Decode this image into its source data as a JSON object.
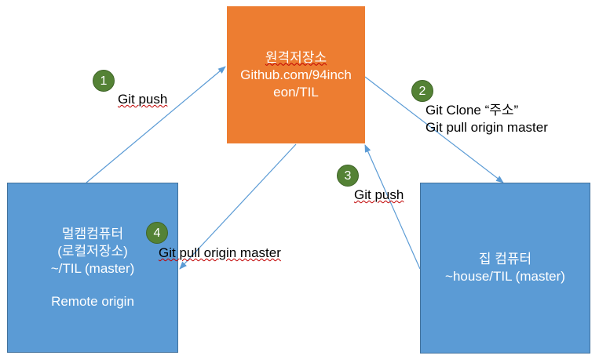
{
  "remote": {
    "line1": "원격저장소",
    "line2": "Github.com/94inch",
    "line3": "eon/TIL"
  },
  "left_computer": {
    "line1": "멀캠컴퓨터",
    "line2": "(로컬저장소)",
    "line3": "~/TIL (master)",
    "line4": "Remote origin"
  },
  "right_computer": {
    "line1": "집 컴퓨터",
    "line2": "~house/TIL (master)"
  },
  "steps": [
    {
      "number": "1",
      "lines": [
        "Git push"
      ]
    },
    {
      "number": "2",
      "lines": [
        "Git Clone “주소”",
        "Git pull origin master"
      ]
    },
    {
      "number": "3",
      "lines": [
        "Git push"
      ]
    },
    {
      "number": "4",
      "lines": [
        "Git pull origin master"
      ]
    }
  ],
  "colors": {
    "remote_box": "#ED7D31",
    "computer_box": "#5B9BD5",
    "badge": "#548235",
    "arrow": "#5B9BD5"
  }
}
